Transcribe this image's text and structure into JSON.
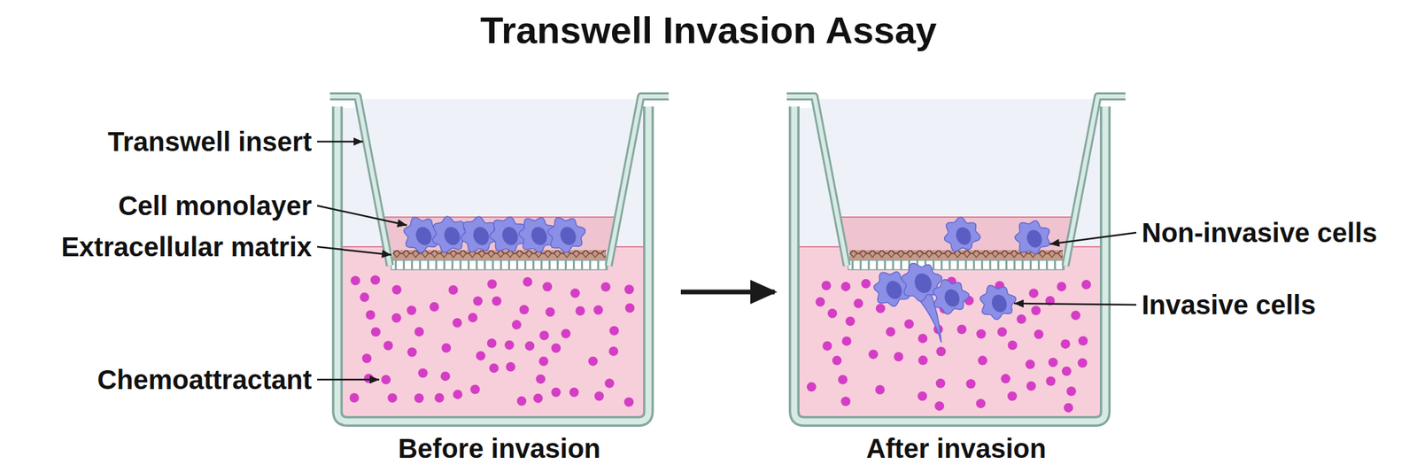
{
  "diagram": {
    "title": "Transwell Invasion Assay",
    "nodes": [
      {
        "text": [
          "Before invasion"
        ]
      },
      {
        "text": [
          "After invasion"
        ]
      }
    ],
    "edges": [
      {
        "from": 0,
        "to": 1,
        "arrow": "to"
      }
    ],
    "labels": [
      "Transwell insert",
      "Cell monolayer",
      "Extracellular matrix",
      "Chemoattractant",
      "Non-invasive cells",
      "Invasive cells"
    ]
  }
}
